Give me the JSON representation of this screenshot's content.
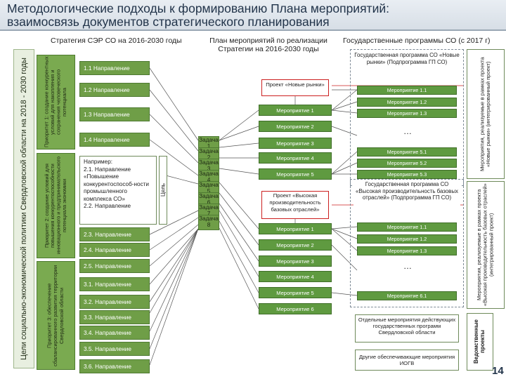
{
  "title": {
    "line1": "Методологические подходы к формированию Плана мероприятий:",
    "line2": "взаимосвязь документов стратегического планирования"
  },
  "headers": {
    "strategy": "Стратегия СЭР СО на 2016-2030 годы",
    "plan": "План мероприятий по реализации Стратегии на 2016-2030 годы",
    "gp": "Государственные программы СО (с 2017 г)"
  },
  "left_goal": "Цели социально-экономической политики Свердловской области на 2018 - 2030 годы",
  "priorities": {
    "p1": "Приоритет 1: создание конкурентных условий для накопления и сохранения человеческого потенциала",
    "p2": "Приоритет 2: создание условий для повышения конкурентоспособности инновационного и предпринимательского потенциала экономики",
    "p3": "Приоритет 3: обеспечение сбалансированного развития территории Свердловской области"
  },
  "directions": [
    "1.1 Направление",
    "1.2 Направление",
    "1.3 Направление",
    "1.4 Направление",
    "2.3. Направление",
    "2.4. Направление",
    "2.5. Направление",
    "3.1. Направление",
    "3.2. Направление",
    "3.3. Направление",
    "3.4. Направление",
    "3.5. Направление",
    "3.6. Направление"
  ],
  "example": {
    "text": "Например:\n2.1. Направление «Повышение конкурентоспособ-ности промышленного комплекса СО»\n2.2. Направление"
  },
  "goal_label": "Цель",
  "tasks": [
    "Задача 1",
    "Задача 2",
    "Задача 3",
    "Задача 4",
    "Задача 5",
    "Задача 6",
    "Задача 7",
    "Задача 8"
  ],
  "project_new_markets": "Проект «Новые рынки»",
  "project_high_perf": "Проект «Высокая производительность базовых отраслей»",
  "mid_events_a": [
    "Мероприятие 1",
    "Мероприятие 2",
    "Мероприятие 3",
    "Мероприятие 4",
    "Мероприятие 5"
  ],
  "mid_events_b": [
    "Мероприятие 1",
    "Мероприятие 2",
    "Мероприятие 3",
    "Мероприятие 4",
    "Мероприятие 5",
    "Мероприятие 6"
  ],
  "gp1_title": "Государственная программа СО «Новые рынки» (Подпрограмма ГП СО)",
  "gp1_events": [
    "Мероприятие 1.1",
    "Мероприятие 1.2",
    "Мероприятие 1.3",
    "Мероприятие 5.1",
    "Мероприятие 5.2",
    "Мероприятие 5.3"
  ],
  "gp2_title": "Государственная программа СО «Высокая производительность базовых отраслей» (Подпрограмма ГП СО)",
  "gp2_events": [
    "Мероприятие 1.1",
    "Мероприятие 1.2",
    "Мероприятие 1.3",
    "Мероприятие 6.1"
  ],
  "ellipsis": "…",
  "side_notes": {
    "n1": "Мероприятия, реализуемые в рамках проекта «Новые рынки» (интегрированный проект)",
    "n2": "Мероприятия, реализуемые в рамках проекта «Высокая производительность базовых отраслей» (интегрированный проект)",
    "n3": "Ведомственные проекты"
  },
  "bottom_notes": {
    "b1": "Отдельные мероприятия действующих государственных программ Свердловской области",
    "b2": "Другие обеспечивающие мероприятия ИОГВ"
  },
  "page_number": "14",
  "colors": {
    "green": "#6f9e47",
    "red": "#cc1f1f",
    "title_text": "#22344a"
  }
}
